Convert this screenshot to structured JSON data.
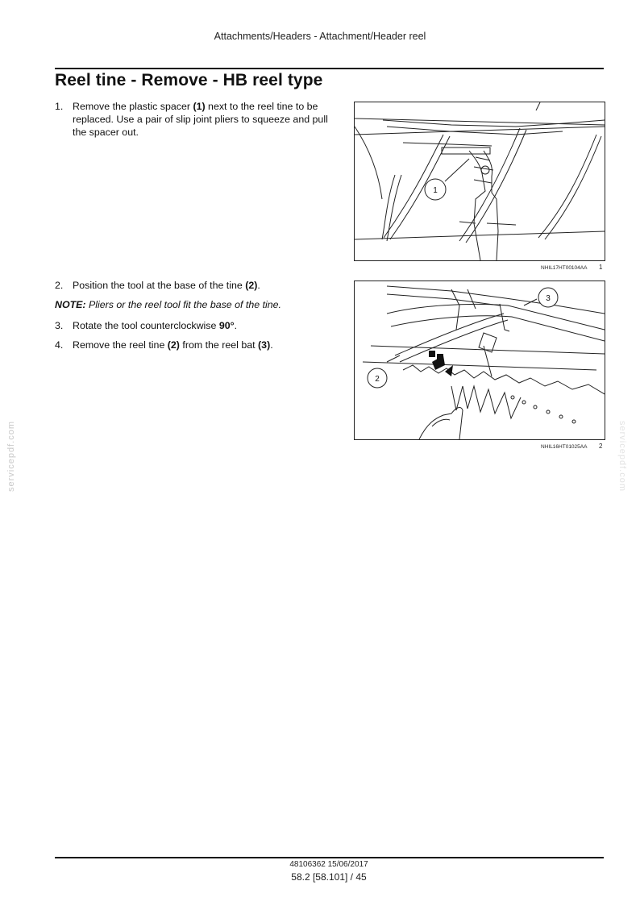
{
  "header": {
    "section": "Attachments/Headers - Attachment/Header reel"
  },
  "title": "Reel tine - Remove - HB reel type",
  "steps": [
    {
      "num": "1.",
      "parts": [
        {
          "text": "Remove the plastic spacer ",
          "bold": false
        },
        {
          "text": "(1)",
          "bold": true
        },
        {
          "text": " next to the reel tine to be replaced.  Use a pair of slip joint pliers to squeeze and pull the spacer out.",
          "bold": false
        }
      ]
    },
    {
      "num": "2.",
      "parts": [
        {
          "text": "Position the tool at the base of the tine ",
          "bold": false
        },
        {
          "text": "(2)",
          "bold": true
        },
        {
          "text": ".",
          "bold": false
        }
      ]
    },
    {
      "num": "3.",
      "parts": [
        {
          "text": "Rotate the tool counterclockwise ",
          "bold": false
        },
        {
          "text": "90°",
          "bold": true
        },
        {
          "text": ".",
          "bold": false
        }
      ]
    },
    {
      "num": "4.",
      "parts": [
        {
          "text": "Remove the reel tine ",
          "bold": false
        },
        {
          "text": "(2)",
          "bold": true
        },
        {
          "text": " from the reel bat ",
          "bold": false
        },
        {
          "text": "(3)",
          "bold": true
        },
        {
          "text": ".",
          "bold": false
        }
      ]
    }
  ],
  "note": {
    "label": "NOTE:",
    "text": " Pliers or the reel tool fit the base of the tine."
  },
  "figures": [
    {
      "code": "NHIL17HT00104AA",
      "number": "1",
      "callouts": [
        "1"
      ]
    },
    {
      "code": "NHIL16HT01025AA",
      "number": "2",
      "callouts": [
        "2",
        "3"
      ]
    }
  ],
  "watermark": "servicepdf.com",
  "footer": {
    "doc": "48106362 15/06/2017",
    "page": "58.2 [58.101] / 45"
  }
}
